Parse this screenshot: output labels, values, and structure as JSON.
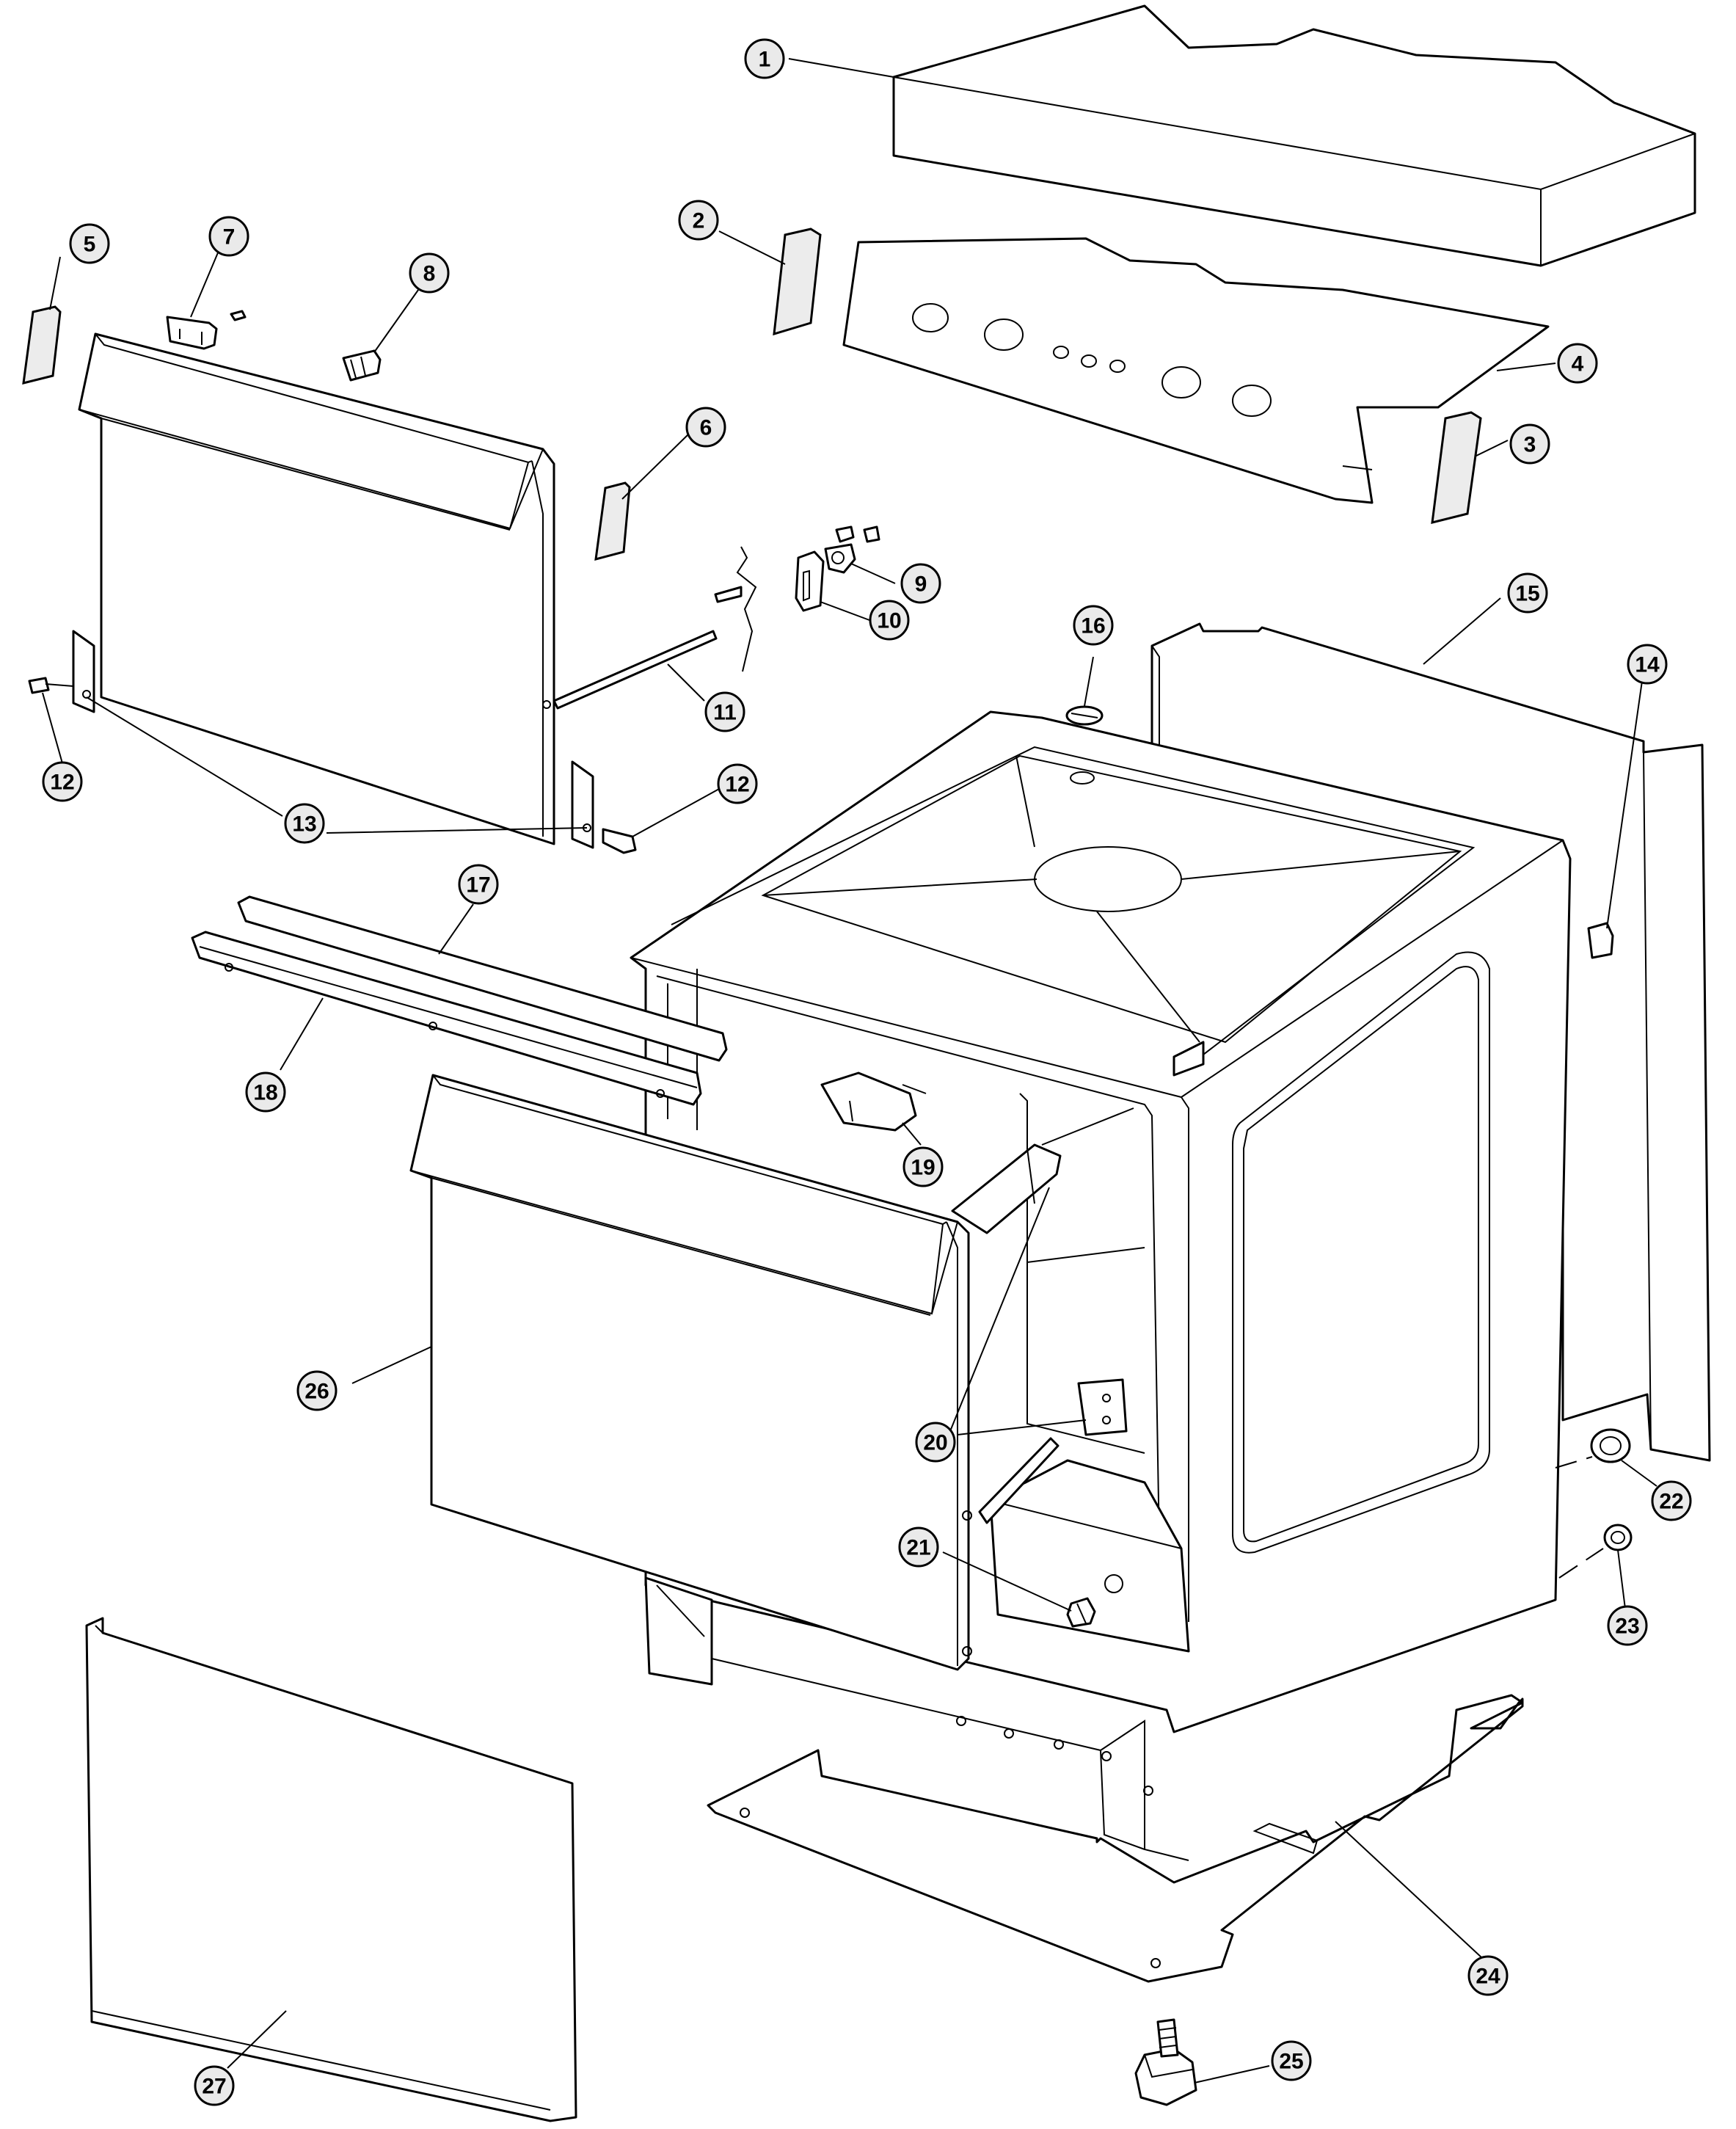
{
  "diagram": {
    "callouts": [
      {
        "id": "c1",
        "label": "1"
      },
      {
        "id": "c2",
        "label": "2"
      },
      {
        "id": "c3",
        "label": "3"
      },
      {
        "id": "c4",
        "label": "4"
      },
      {
        "id": "c5",
        "label": "5"
      },
      {
        "id": "c6",
        "label": "6"
      },
      {
        "id": "c7",
        "label": "7"
      },
      {
        "id": "c8",
        "label": "8"
      },
      {
        "id": "c9",
        "label": "9"
      },
      {
        "id": "c10",
        "label": "10"
      },
      {
        "id": "c11",
        "label": "11"
      },
      {
        "id": "c12a",
        "label": "12"
      },
      {
        "id": "c12b",
        "label": "12"
      },
      {
        "id": "c13",
        "label": "13"
      },
      {
        "id": "c14",
        "label": "14"
      },
      {
        "id": "c15",
        "label": "15"
      },
      {
        "id": "c16",
        "label": "16"
      },
      {
        "id": "c17",
        "label": "17"
      },
      {
        "id": "c18",
        "label": "18"
      },
      {
        "id": "c19",
        "label": "19"
      },
      {
        "id": "c20",
        "label": "20"
      },
      {
        "id": "c21",
        "label": "21"
      },
      {
        "id": "c22",
        "label": "22"
      },
      {
        "id": "c23",
        "label": "23"
      },
      {
        "id": "c24",
        "label": "24"
      },
      {
        "id": "c25",
        "label": "25"
      },
      {
        "id": "c26",
        "label": "26"
      },
      {
        "id": "c27",
        "label": "27"
      }
    ]
  }
}
